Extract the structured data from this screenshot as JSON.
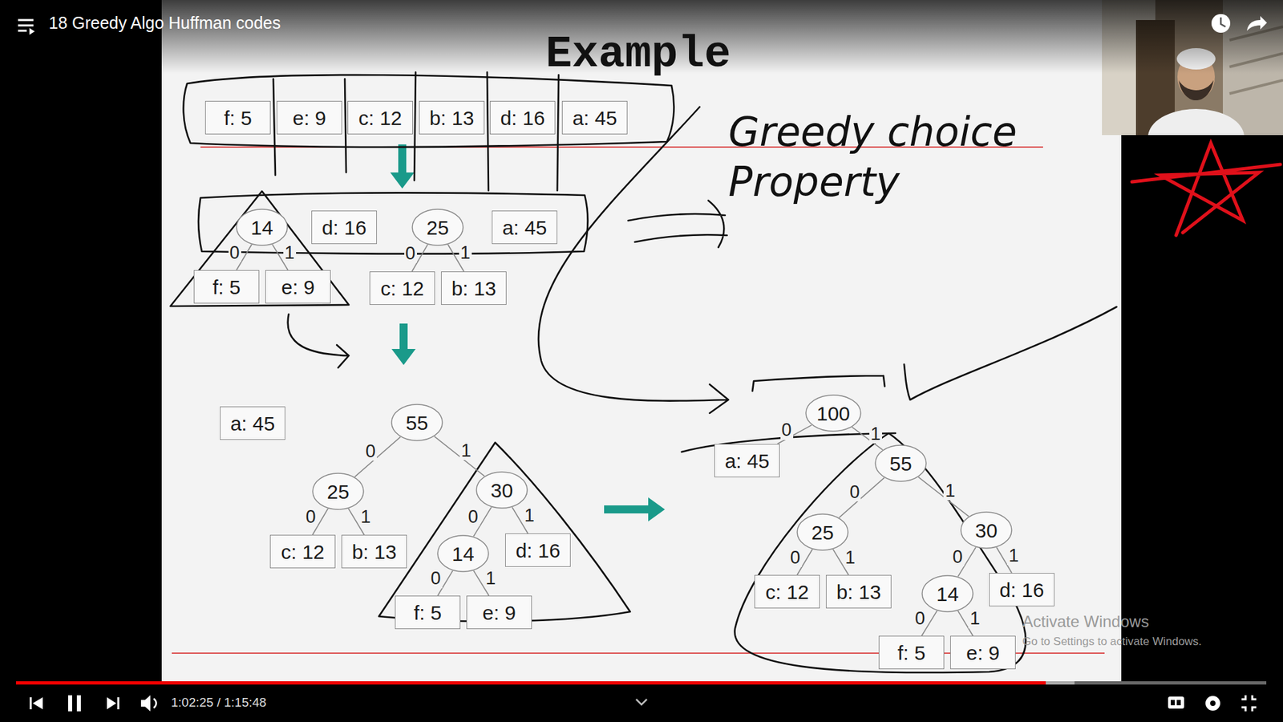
{
  "diagram": {
    "title": "Example",
    "nodes": [
      {
        "text": [
          "f: 5"
        ]
      },
      {
        "text": [
          "e: 9"
        ]
      },
      {
        "text": [
          "c: 12"
        ]
      },
      {
        "text": [
          "b: 13"
        ]
      },
      {
        "text": [
          "d: 16"
        ]
      },
      {
        "text": [
          "a: 45"
        ]
      },
      {
        "text": [
          "14"
        ]
      },
      {
        "text": [
          "d: 16"
        ]
      },
      {
        "text": [
          "25"
        ]
      },
      {
        "text": [
          "a: 45"
        ]
      },
      {
        "text": [
          "f: 5"
        ]
      },
      {
        "text": [
          "e: 9"
        ]
      },
      {
        "text": [
          "c: 12"
        ]
      },
      {
        "text": [
          "b: 13"
        ]
      },
      {
        "text": [
          "a: 45"
        ]
      },
      {
        "text": [
          "55"
        ]
      },
      {
        "text": [
          "25"
        ]
      },
      {
        "text": [
          "30"
        ]
      },
      {
        "text": [
          "c: 12"
        ]
      },
      {
        "text": [
          "b: 13"
        ]
      },
      {
        "text": [
          "14"
        ]
      },
      {
        "text": [
          "d: 16"
        ]
      },
      {
        "text": [
          "f: 5"
        ]
      },
      {
        "text": [
          "e: 9"
        ]
      },
      {
        "text": [
          "100"
        ]
      },
      {
        "text": [
          "a: 45"
        ]
      },
      {
        "text": [
          "55"
        ]
      },
      {
        "text": [
          "25"
        ]
      },
      {
        "text": [
          "30"
        ]
      },
      {
        "text": [
          "c: 12"
        ]
      },
      {
        "text": [
          "b: 13"
        ]
      },
      {
        "text": [
          "14"
        ]
      },
      {
        "text": [
          "d: 16"
        ]
      },
      {
        "text": [
          "f: 5"
        ]
      },
      {
        "text": [
          "e: 9"
        ]
      }
    ],
    "edges": [
      {
        "from": 6,
        "to": 10,
        "arrow": "none",
        "label": "0"
      },
      {
        "from": 6,
        "to": 11,
        "arrow": "none",
        "label": "1"
      },
      {
        "from": 8,
        "to": 12,
        "arrow": "none",
        "label": "0"
      },
      {
        "from": 8,
        "to": 13,
        "arrow": "none",
        "label": "1"
      },
      {
        "from": 15,
        "to": 16,
        "arrow": "none",
        "label": "0"
      },
      {
        "from": 15,
        "to": 17,
        "arrow": "none",
        "label": "1"
      },
      {
        "from": 16,
        "to": 18,
        "arrow": "none",
        "label": "0"
      },
      {
        "from": 16,
        "to": 19,
        "arrow": "none",
        "label": "1"
      },
      {
        "from": 17,
        "to": 20,
        "arrow": "none",
        "label": "0"
      },
      {
        "from": 17,
        "to": 21,
        "arrow": "none",
        "label": "1"
      },
      {
        "from": 20,
        "to": 22,
        "arrow": "none",
        "label": "0"
      },
      {
        "from": 20,
        "to": 23,
        "arrow": "none",
        "label": "1"
      },
      {
        "from": 24,
        "to": 25,
        "arrow": "none",
        "label": "0"
      },
      {
        "from": 24,
        "to": 26,
        "arrow": "none",
        "label": "1"
      },
      {
        "from": 26,
        "to": 27,
        "arrow": "none",
        "label": "0"
      },
      {
        "from": 26,
        "to": 28,
        "arrow": "none",
        "label": "1"
      },
      {
        "from": 27,
        "to": 29,
        "arrow": "none",
        "label": "0"
      },
      {
        "from": 27,
        "to": 30,
        "arrow": "none",
        "label": "1"
      },
      {
        "from": 28,
        "to": 31,
        "arrow": "none",
        "label": "0"
      },
      {
        "from": 28,
        "to": 32,
        "arrow": "none",
        "label": "1"
      },
      {
        "from": 31,
        "to": 33,
        "arrow": "none",
        "label": "0"
      },
      {
        "from": 31,
        "to": 34,
        "arrow": "none",
        "label": "1"
      }
    ],
    "labels": [
      "18 Greedy Algo Huffman codes",
      "Greedy choice Property",
      "Activate Windows",
      "Go to Settings to activate Windows.",
      "1:02:25 / 1:15:48"
    ]
  }
}
